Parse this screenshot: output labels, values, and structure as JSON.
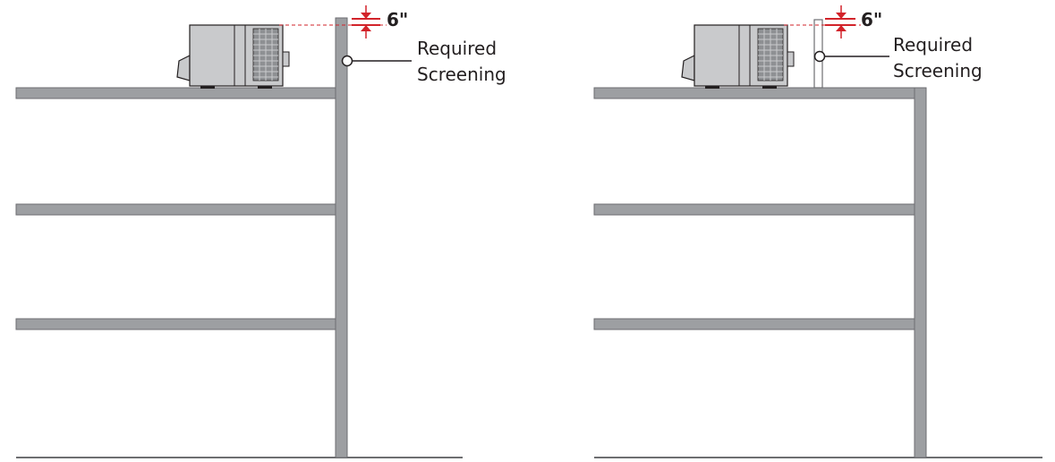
{
  "diagrams": [
    {
      "variant": "parapet-wall",
      "dimension_label": "6\"",
      "callout_line1": "Required",
      "callout_line2": "Screening"
    },
    {
      "variant": "separate-screen",
      "dimension_label": "6\"",
      "callout_line1": "Required",
      "callout_line2": "Screening"
    }
  ],
  "colors": {
    "structure_fill": "#9d9fa2",
    "structure_stroke": "#6d6e71",
    "unit_fill": "#c9cacc",
    "unit_stroke": "#231f20",
    "accent": "#d2232a",
    "text": "#231f20"
  }
}
